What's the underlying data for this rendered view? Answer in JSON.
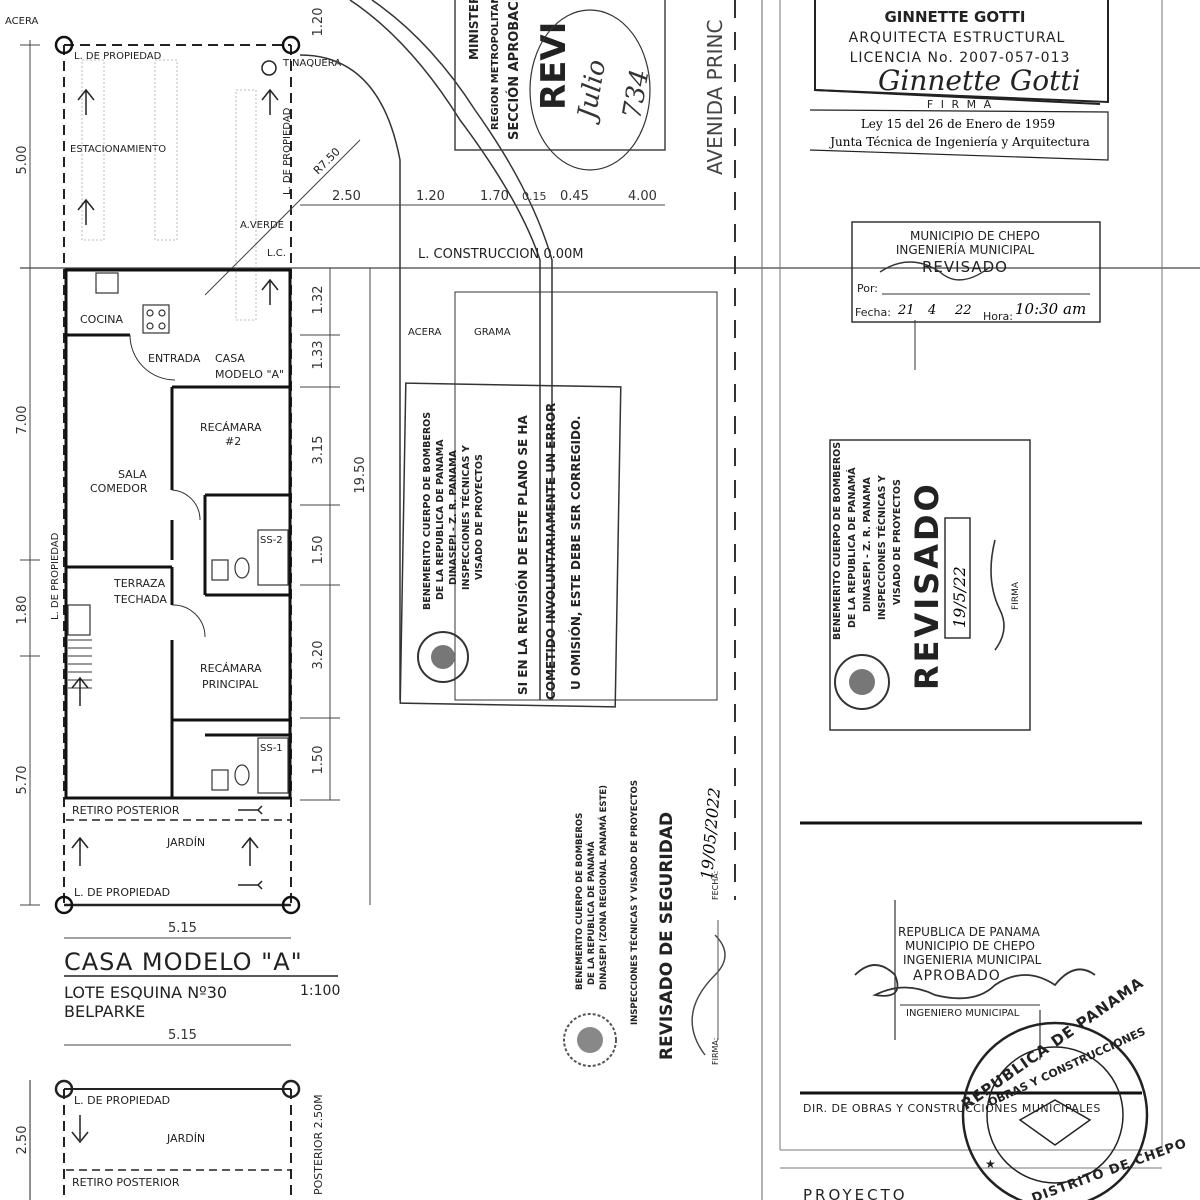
{
  "plan": {
    "acera_top": "ACERA",
    "lot_corners": {
      "top_left_label": "L. DE PROPIEDAD",
      "tinaquera": "TINAQUERA",
      "estacionamiento": "ESTACIONAMIENTO",
      "l_prop_vertical": "L. DE PROPIEDAD",
      "radius": "R7.50",
      "a_verde": "A.VERDE",
      "lc": "L.C."
    },
    "left_dims": [
      "5.00",
      "7.00",
      "1.80",
      "5.70"
    ],
    "right_dims": [
      "1.32",
      "1.33",
      "3.15",
      "1.50",
      "3.20",
      "1.50"
    ],
    "top_dim": "1.20",
    "total_dim": "19.50",
    "street_dims": [
      "2.50",
      "1.20",
      "1.70",
      "0.15",
      "0.45",
      "4.00"
    ],
    "construction_line": "L. CONSTRUCCION 0.00M",
    "avenida": "AVENIDA PRINC",
    "acera": "ACERA",
    "grama": "GRAMA",
    "rooms": {
      "cocina": "COCINA",
      "entrada": "ENTRADA",
      "casa_modelo": "CASA",
      "modelo_a": "MODELO \"A\"",
      "recamara2_a": "RECÁMARA",
      "recamara2_b": "#2",
      "sala": "SALA",
      "comedor": "COMEDOR",
      "terraza": "TERRAZA",
      "techada": "TECHADA",
      "ss2": "SS-2",
      "ss1": "SS-1",
      "recamara_p_a": "RECÁMARA",
      "recamara_p_b": "PRINCIPAL",
      "retiro": "RETIRO POSTERIOR",
      "jardin": "JARDÍN",
      "l_prop_bottom": "L. DE PROPIEDAD",
      "l_prop_left": "L. DE PROPIEDAD"
    },
    "width_dim": "5.15",
    "title": "CASA MODELO \"A\"",
    "subtitle": "LOTE ESQUINA Nº30",
    "project": "BELPARKE",
    "scale": "1:100",
    "width_dim2": "5.15",
    "bottom": {
      "l_prop": "L. DE PROPIEDAD",
      "jardin": "JARDÍN",
      "retiro": "RETIRO POSTERIOR",
      "dim_left": "2.50",
      "posterior": "POSTERIOR 2.50M"
    }
  },
  "stamps": {
    "architect": {
      "name": "GINNETTE GOTTI",
      "role": "ARQUITECTA ESTRUCTURAL",
      "license": "LICENCIA No. 2007-057-013",
      "signature": "Ginnette Gotti",
      "firma": "F I R M A",
      "law": "Ley 15 del 26 de Enero de 1959",
      "board": "Junta Técnica de Ingeniería y Arquitectura"
    },
    "chepo_revisado": {
      "l1": "MUNICIPIO DE CHEPO",
      "l2": "INGENIERÍA MUNICIPAL",
      "l3": "REVISADO",
      "por": "Por:",
      "fecha": "Fecha:",
      "date_d": "21",
      "date_m": "4",
      "date_y": "22",
      "hora": "Hora:",
      "time": "10:30 am"
    },
    "ministerio": {
      "l1": "MINISTERIO",
      "l2": "REGION METROPOLITANA",
      "l3": "SECCIÓN APROBACIÓN",
      "big": "REVI",
      "date": "Julio",
      "num": "734"
    },
    "bomberos1": {
      "l1": "BENEMERITO CUERPO DE BOMBEROS",
      "l2": "DE LA REPUBLICA DE PANAMA",
      "l3": "DINASEPI - Z. R. PANAMA",
      "l4": "INSPECCIONES TÉCNICAS Y",
      "l5": "VISADO DE PROYECTOS",
      "w1": "SI EN LA REVISIÓN DE ESTE PLANO SE HA",
      "w2": "COMETIDO INVOLUNTARIAMENTE UN ERROR",
      "w3": "U OMISIÓN, ESTE DEBE SER CORREGIDO."
    },
    "bomberos2": {
      "l1": "BENEMERITO CUERPO DE BOMBEROS",
      "l2": "DE LA REPUBLICA DE PANAMÁ",
      "l3": "DINASEPI - Z. R. PANAMA",
      "l4": "INSPECCIONES TÉCNICAS Y",
      "l5": "VISADO DE PROYECTOS",
      "big": "REVISADO",
      "date": "19/5/22",
      "firma": "FIRMA"
    },
    "seguridad": {
      "l1": "BENEMERITO CUERPO DE BOMBEROS",
      "l2": "DE LA REPUBLICA DE PANAMÁ",
      "l3": "DINASEPI (ZONA REGIONAL PANAMÁ ESTE)",
      "l4": "INSPECCIONES TÉCNICAS Y VISADO DE PROYECTOS",
      "big": "REVISADO DE SEGURIDAD",
      "fecha": "FECHA:",
      "date": "19/05/2022",
      "firma": "FIRMA:"
    },
    "chepo_aprobado": {
      "l1": "REPUBLICA DE PANAMA",
      "l2": "MUNICIPIO DE CHEPO",
      "l3": "INGENIERIA MUNICIPAL",
      "l4": "APROBADO",
      "l5": "INGENIERO MUNICIPAL"
    },
    "seal": {
      "top": "REPUBLICA DE PANAMA",
      "mid": "OBRAS Y CONSTRUCCIONES",
      "bottom": "DISTRITO DE CHEPO"
    },
    "dir_obras": "DIR. DE OBRAS Y CONSTRUCCIONES MUNICIPALES",
    "proyecto": "PROYECTO"
  }
}
